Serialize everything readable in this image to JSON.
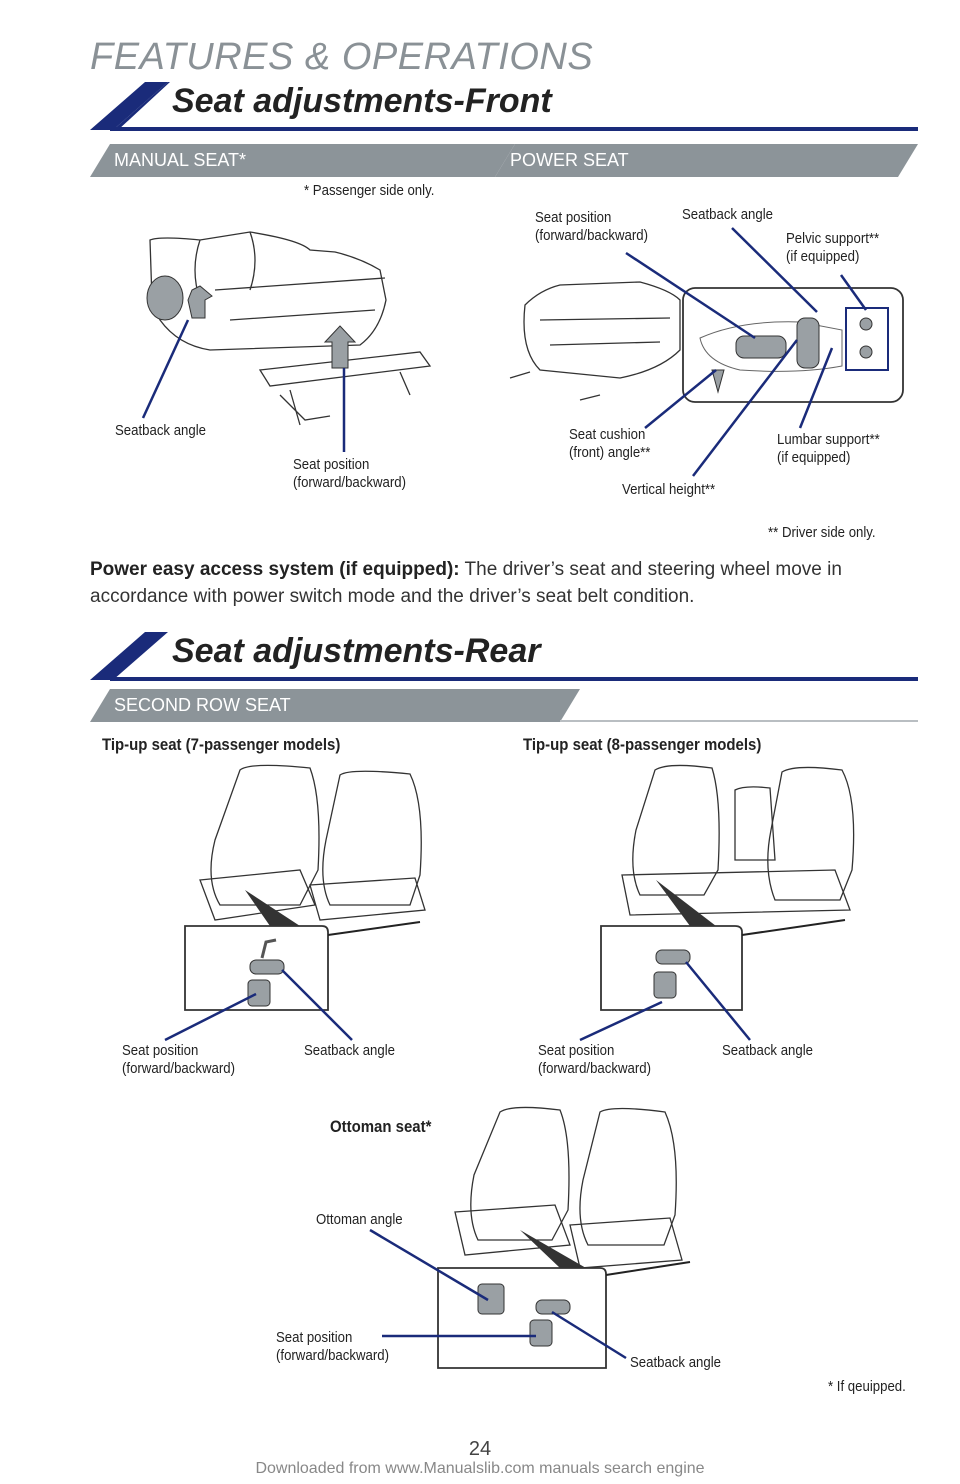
{
  "header": {
    "title": "FEATURES & OPERATIONS"
  },
  "front": {
    "title": "Seat adjustments-Front",
    "manual_tab": "MANUAL SEAT*",
    "power_tab": "POWER SEAT",
    "passenger_note": "* Passenger side only.",
    "manual_labels": {
      "seatback_angle": "Seatback angle",
      "seat_position_1": "Seat position",
      "seat_position_2": "(forward/backward)"
    },
    "power_labels": {
      "seat_position_1": "Seat position",
      "seat_position_2": "(forward/backward)",
      "seatback_angle": "Seatback angle",
      "pelvic_1": "Pelvic support**",
      "pelvic_2": "(if equipped)",
      "cushion_1": "Seat cushion",
      "cushion_2": "(front) angle**",
      "lumbar_1": "Lumbar support**",
      "lumbar_2": "(if equipped)",
      "vertical": "Vertical height**"
    },
    "driver_note": "** Driver side only.",
    "easy_access_bold": "Power easy access system (if equipped):",
    "easy_access_text": " The driver’s seat and steering wheel move in accordance with power switch mode and the driver’s seat belt condition."
  },
  "rear": {
    "title": "Seat adjustments-Rear",
    "second_row_tab": "SECOND ROW SEAT",
    "tipup7": {
      "title": "Tip-up seat (7-passenger models)",
      "seat_position_1": "Seat position",
      "seat_position_2": "(forward/backward)",
      "seatback_angle": "Seatback angle"
    },
    "tipup8": {
      "title": "Tip-up seat (8-passenger models)",
      "seat_position_1": "Seat position",
      "seat_position_2": "(forward/backward)",
      "seatback_angle": "Seatback angle"
    },
    "ottoman": {
      "title": "Ottoman seat*",
      "ottoman_angle": "Ottoman angle",
      "seat_position_1": "Seat position",
      "seat_position_2": "(forward/backward)",
      "seatback_angle": "Seatback angle",
      "note": "* If qeuipped."
    }
  },
  "page_number": "24",
  "footer": "Downloaded from www.Manualslib.com manuals search engine",
  "colors": {
    "navy": "#1a2b7a",
    "grey_tab": "#8c9499",
    "line_grey": "#b9bec2"
  }
}
